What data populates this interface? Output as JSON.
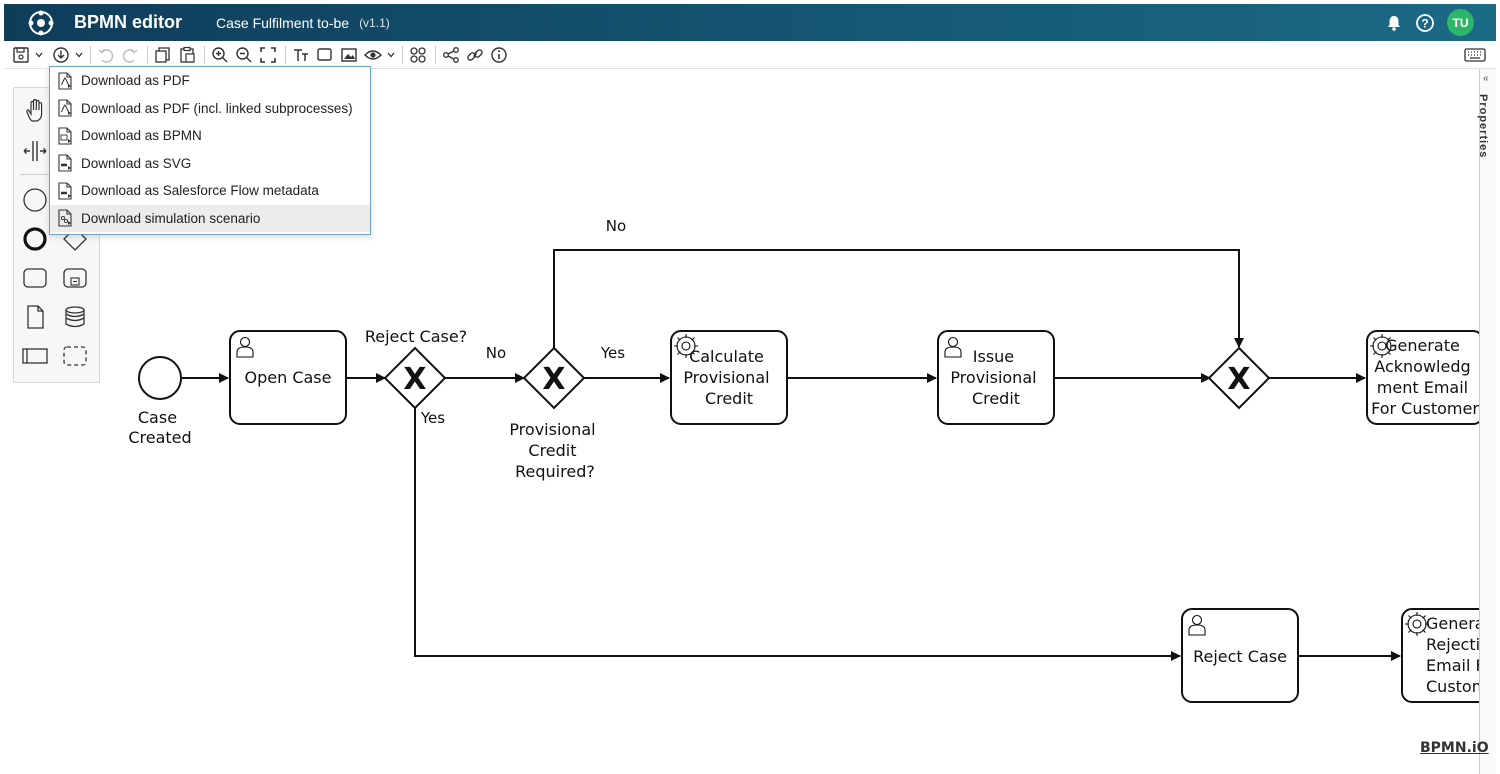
{
  "header": {
    "app_title": "BPMN editor",
    "doc_title": "Case Fulfilment to-be",
    "doc_version": "(v1.1)",
    "avatar_initials": "TU",
    "logo_icon": "bpmn-logo-icon",
    "notification_icon": "bell-icon",
    "help_icon": "help-circle-icon"
  },
  "toolbar": {
    "items": [
      "save-icon",
      "download-icon",
      "undo-icon",
      "redo-icon",
      "copy-icon",
      "paste-icon",
      "zoom-in-icon",
      "zoom-out-icon",
      "fit-icon",
      "text-icon",
      "shape-icon",
      "image-icon",
      "view-icon",
      "sim-icon",
      "share-icon",
      "link-icon",
      "info-icon",
      "keyboard-icon"
    ]
  },
  "dropdown": {
    "items": [
      {
        "label": "Download as PDF"
      },
      {
        "label": "Download as PDF (incl. linked subprocesses)"
      },
      {
        "label": "Download as BPMN"
      },
      {
        "label": "Download as SVG"
      },
      {
        "label": "Download as Salesforce Flow metadata"
      },
      {
        "label": "Download simulation scenario"
      }
    ],
    "active_index": 5
  },
  "properties_panel": {
    "label": "Properties"
  },
  "diagram": {
    "start_event": [
      "Case",
      "Created"
    ],
    "tasks": {
      "open_case": [
        "Open Case"
      ],
      "calculate": [
        "Calculate",
        "Provisional",
        "Credit"
      ],
      "issue": [
        "Issue",
        "Provisional",
        "Credit"
      ],
      "generate_ack": [
        "Generate",
        "Acknowledg",
        "ment Email",
        "For Customer"
      ],
      "reject": [
        "Reject Case"
      ],
      "generate_rej": [
        "Generat",
        "Rejectio",
        "Email Fo",
        "Custome"
      ]
    },
    "gateways": {
      "reject_case": "Reject Case?",
      "provisional": [
        "Provisional",
        "Credit",
        "Required?"
      ]
    },
    "flow_labels": {
      "top_no": "No",
      "gw1_no": "No",
      "gw1_yes": "Yes",
      "gw2_yes": "Yes"
    },
    "gateway_marker": "X"
  },
  "watermark": "BPMN.iO"
}
